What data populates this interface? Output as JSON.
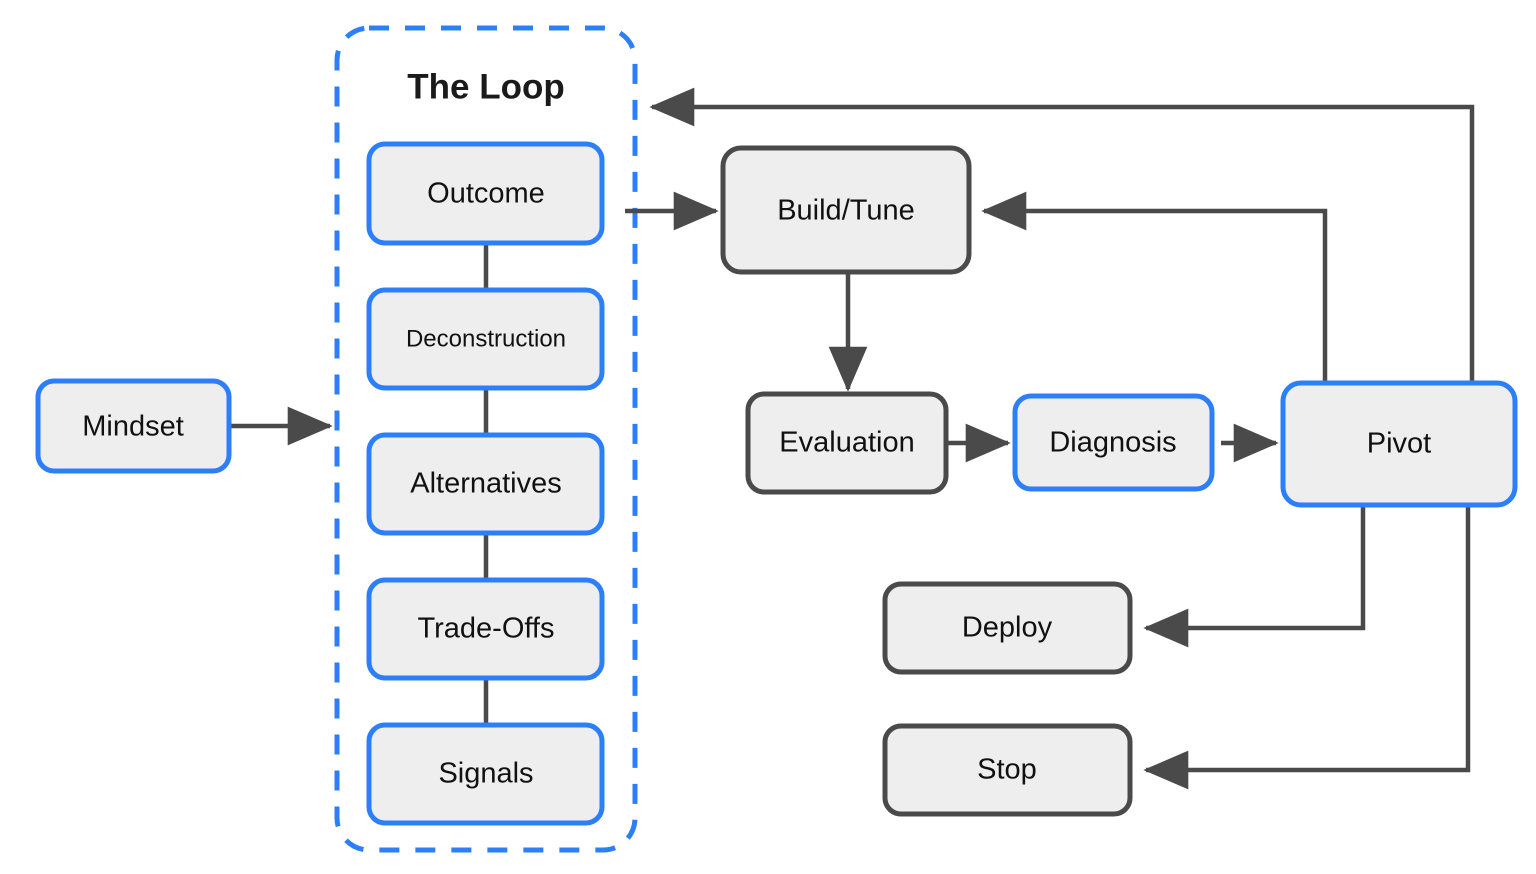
{
  "diagram": {
    "title_text": "The Loop",
    "colors": {
      "accent_blue": "#2d7ff9",
      "node_fill": "#eeeeee",
      "dark_stroke": "#4a4a4a",
      "text": "#111111",
      "background": "#ffffff"
    },
    "group": {
      "name": "The Loop",
      "label": "The Loop",
      "style": "dashed-blue-rounded",
      "items": [
        {
          "id": "outcome",
          "label": "Outcome",
          "border": "blue"
        },
        {
          "id": "deconstruction",
          "label": "Deconstruction",
          "border": "blue"
        },
        {
          "id": "alternatives",
          "label": "Alternatives",
          "border": "blue"
        },
        {
          "id": "tradeoffs",
          "label": "Trade-Offs",
          "border": "blue"
        },
        {
          "id": "signals",
          "label": "Signals",
          "border": "blue"
        }
      ]
    },
    "nodes": [
      {
        "id": "mindset",
        "label": "Mindset",
        "border": "blue"
      },
      {
        "id": "build_tune",
        "label": "Build/Tune",
        "border": "dark"
      },
      {
        "id": "evaluation",
        "label": "Evaluation",
        "border": "dark"
      },
      {
        "id": "diagnosis",
        "label": "Diagnosis",
        "border": "blue"
      },
      {
        "id": "pivot",
        "label": "Pivot",
        "border": "blue"
      },
      {
        "id": "deploy",
        "label": "Deploy",
        "border": "dark"
      },
      {
        "id": "stop",
        "label": "Stop",
        "border": "dark"
      }
    ],
    "edges": [
      {
        "id": "mindset-to-loop",
        "from": "mindset",
        "to": "The Loop",
        "arrow": true
      },
      {
        "id": "loop-to-build",
        "from": "The Loop",
        "to": "build_tune",
        "arrow": true
      },
      {
        "id": "build-to-evaluation",
        "from": "build_tune",
        "to": "evaluation",
        "arrow": true
      },
      {
        "id": "evaluation-to-diagnosis",
        "from": "evaluation",
        "to": "diagnosis",
        "arrow": true
      },
      {
        "id": "diagnosis-to-pivot",
        "from": "diagnosis",
        "to": "pivot",
        "arrow": true
      },
      {
        "id": "pivot-to-build",
        "from": "pivot",
        "to": "build_tune",
        "arrow": true
      },
      {
        "id": "pivot-to-loop",
        "from": "pivot",
        "to": "The Loop",
        "arrow": true
      },
      {
        "id": "pivot-to-deploy",
        "from": "pivot",
        "to": "deploy",
        "arrow": true
      },
      {
        "id": "pivot-to-stop",
        "from": "pivot",
        "to": "stop",
        "arrow": true
      },
      {
        "id": "outcome-deconstruction",
        "from": "outcome",
        "to": "deconstruction",
        "arrow": false
      },
      {
        "id": "deconstruction-alternatives",
        "from": "deconstruction",
        "to": "alternatives",
        "arrow": false
      },
      {
        "id": "alternatives-tradeoffs",
        "from": "alternatives",
        "to": "tradeoffs",
        "arrow": false
      },
      {
        "id": "tradeoffs-signals",
        "from": "tradeoffs",
        "to": "signals",
        "arrow": false
      }
    ]
  }
}
